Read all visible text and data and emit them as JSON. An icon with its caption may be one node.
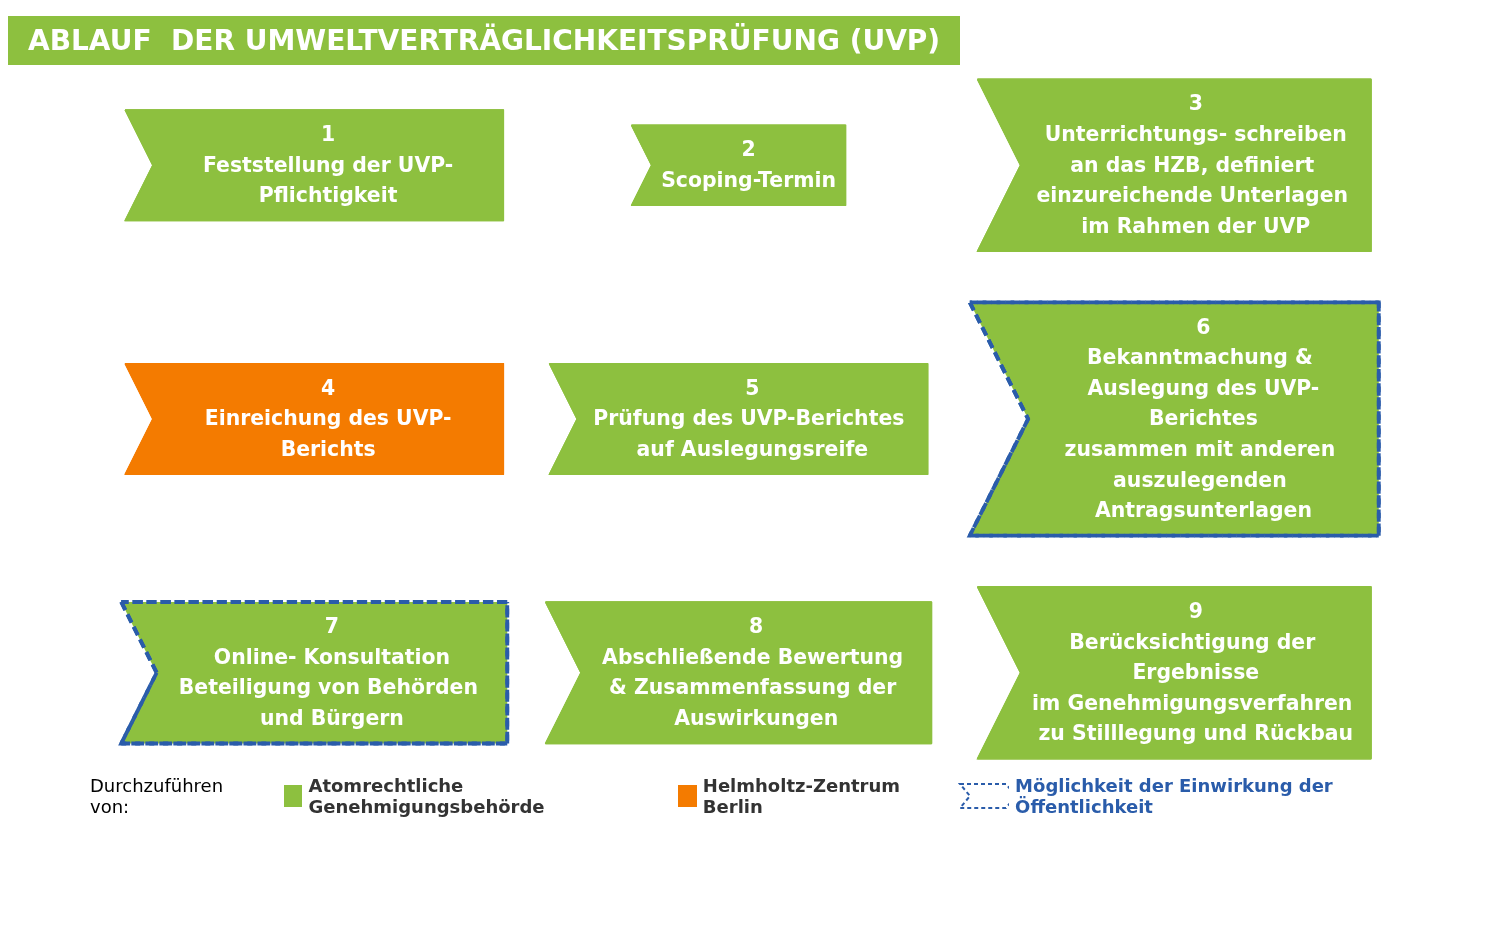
{
  "diagram": {
    "title": "ABLAUF  DER UMWELTVERTRÄGLICHKEITSPRÜFUNG (UVP)",
    "nodes": [
      {
        "text": [
          "1",
          "Feststellung der UVP-Pflichtigkeit"
        ]
      },
      {
        "text": [
          "2",
          "Scoping-Termin"
        ]
      },
      {
        "text": [
          "3",
          "Unterrichtungs- schreiben",
          "an das HZB, definiert einzureichende Unterlagen im Rahmen der UVP"
        ]
      },
      {
        "text": [
          "4",
          "Einreichung des UVP-Berichts"
        ]
      },
      {
        "text": [
          "5",
          "Prüfung des UVP-Berichtes auf Auslegungsreife"
        ]
      },
      {
        "text": [
          "6",
          "Bekanntmachung & Auslegung des UVP-Berichtes",
          "zusammen mit anderen auszulegenden Antragsunterlagen"
        ]
      },
      {
        "text": [
          "7",
          "Online- Konsultation",
          "Beteiligung von Behörden und Bürgern"
        ]
      },
      {
        "text": [
          "8",
          "Abschließende Bewertung & Zusammenfassung der Auswirkungen"
        ]
      },
      {
        "text": [
          "9",
          "Berücksichtigung der Ergebnisse",
          "im Genehmigungsverfahren zu Stilllegung und Rückbau"
        ]
      }
    ],
    "edges": [],
    "labels": [
      "Durchzuführen von:"
    ],
    "legend": [
      {
        "text": "Atomrechtliche Genehmigungsbehörde",
        "color": "#8dc03f"
      },
      {
        "text": "Helmholtz-Zentrum Berlin",
        "color": "#f47b00"
      },
      {
        "text": "Möglichkeit der Einwirkung der Öffentlichkeit"
      }
    ]
  }
}
